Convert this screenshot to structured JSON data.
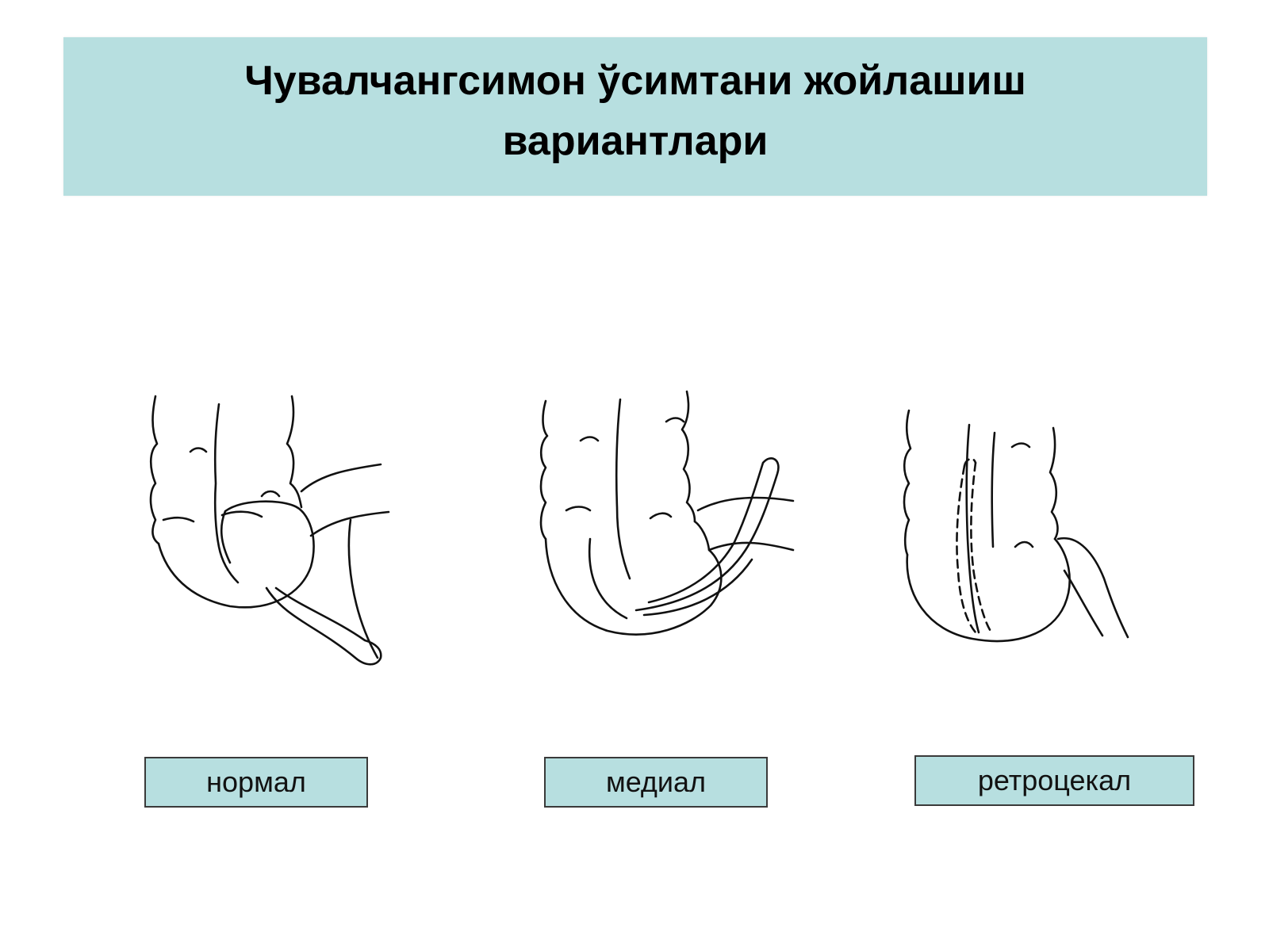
{
  "title": {
    "line1": "Чувалчангсимон ўсимтани жойлашиш",
    "line2": "вариантлари"
  },
  "labels": [
    {
      "text": "нормал"
    },
    {
      "text": "медиал"
    },
    {
      "text": "ретроцекал"
    }
  ],
  "colors": {
    "banner": "#b7dfe0",
    "label_fill": "#b7dfe0",
    "ink": "#111111",
    "background": "#ffffff"
  }
}
